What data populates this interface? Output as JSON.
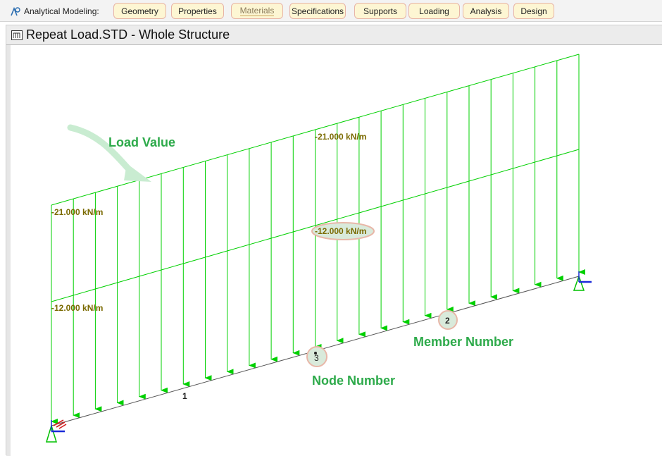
{
  "toolbar": {
    "app_label": "Analytical Modeling:",
    "tabs": [
      {
        "label": "Geometry"
      },
      {
        "label": "Properties"
      },
      {
        "label": "Materials"
      },
      {
        "label": "Specifications"
      },
      {
        "label": "Supports"
      },
      {
        "label": "Loading"
      },
      {
        "label": "Analysis"
      },
      {
        "label": "Design"
      }
    ],
    "active_tab": "Materials"
  },
  "window": {
    "title": "Repeat Load.STD - Whole Structure"
  },
  "model": {
    "load_labels": {
      "top_left": "-21.000 kN/m",
      "top_mid": "-21.000 kN/m",
      "lower_left": "-12.000 kN/m",
      "lower_mid": "-12.000 kN/m"
    },
    "member_number": "1",
    "node_number": "3",
    "member_number_2": "2"
  },
  "annotations": {
    "load_value": "Load Value",
    "member_number": "Member Number",
    "node_number": "Node Number"
  },
  "colors": {
    "load_green": "#00d000",
    "label_olive": "#7a6a00",
    "annotation_green": "#2daa4a",
    "highlight": "#e8b7a8"
  }
}
